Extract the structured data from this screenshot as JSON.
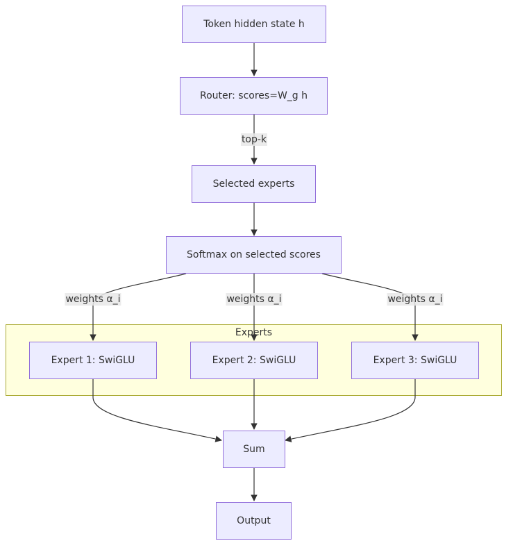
{
  "nodes": {
    "token": "Token hidden state h",
    "router": "Router: scores=W_g h",
    "selected": "Selected experts",
    "softmax": "Softmax on selected scores",
    "expert1": "Expert 1: SwiGLU",
    "expert2": "Expert 2: SwiGLU",
    "expert3": "Expert 3: SwiGLU",
    "sum": "Sum",
    "output": "Output"
  },
  "cluster": {
    "title": "Experts"
  },
  "edge_labels": {
    "router_to_selected": "top-k",
    "softmax_to_expert1": "weights α_i",
    "softmax_to_expert2": "weights α_i",
    "softmax_to_expert3": "weights α_i"
  },
  "colors": {
    "node_fill": "#ECECFF",
    "node_stroke": "#9370DB",
    "cluster_fill": "#ffffde",
    "cluster_stroke": "#aaaa33",
    "edge": "#333333",
    "label_bg": "#e8e8e8"
  }
}
